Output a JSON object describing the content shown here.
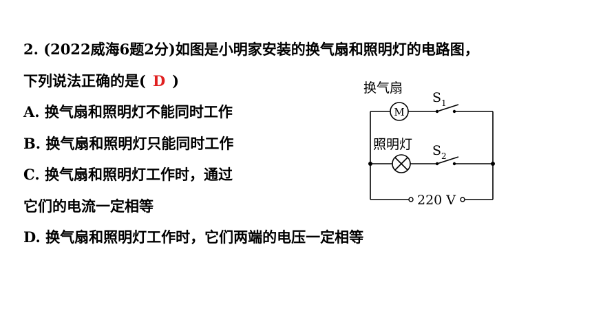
{
  "question": {
    "stem_line1": "2. (2022威海6题2分)如图是小明家安装的换气扇和照明灯的电路图，",
    "stem_line2_prefix": "下列说法正确的是(",
    "answer": "D",
    "stem_line2_suffix": ")",
    "options": {
      "a": "A. 换气扇和照明灯不能同时工作",
      "b": "B. 换气扇和照明灯只能同时工作",
      "c_line1": "C. 换气扇和照明灯工作时，通过",
      "c_line2": "它们的电流一定相等",
      "d": "D. 换气扇和照明灯工作时，它们两端的电压一定相等"
    },
    "colors": {
      "answer": "#e02020",
      "text": "#000000"
    }
  },
  "circuit": {
    "fan_label": "换气扇",
    "motor_symbol": "M",
    "switch1_letter": "S",
    "switch1_sub": "1",
    "lamp_label": "照明灯",
    "switch2_letter": "S",
    "switch2_sub": "2",
    "voltage": "220 V"
  }
}
